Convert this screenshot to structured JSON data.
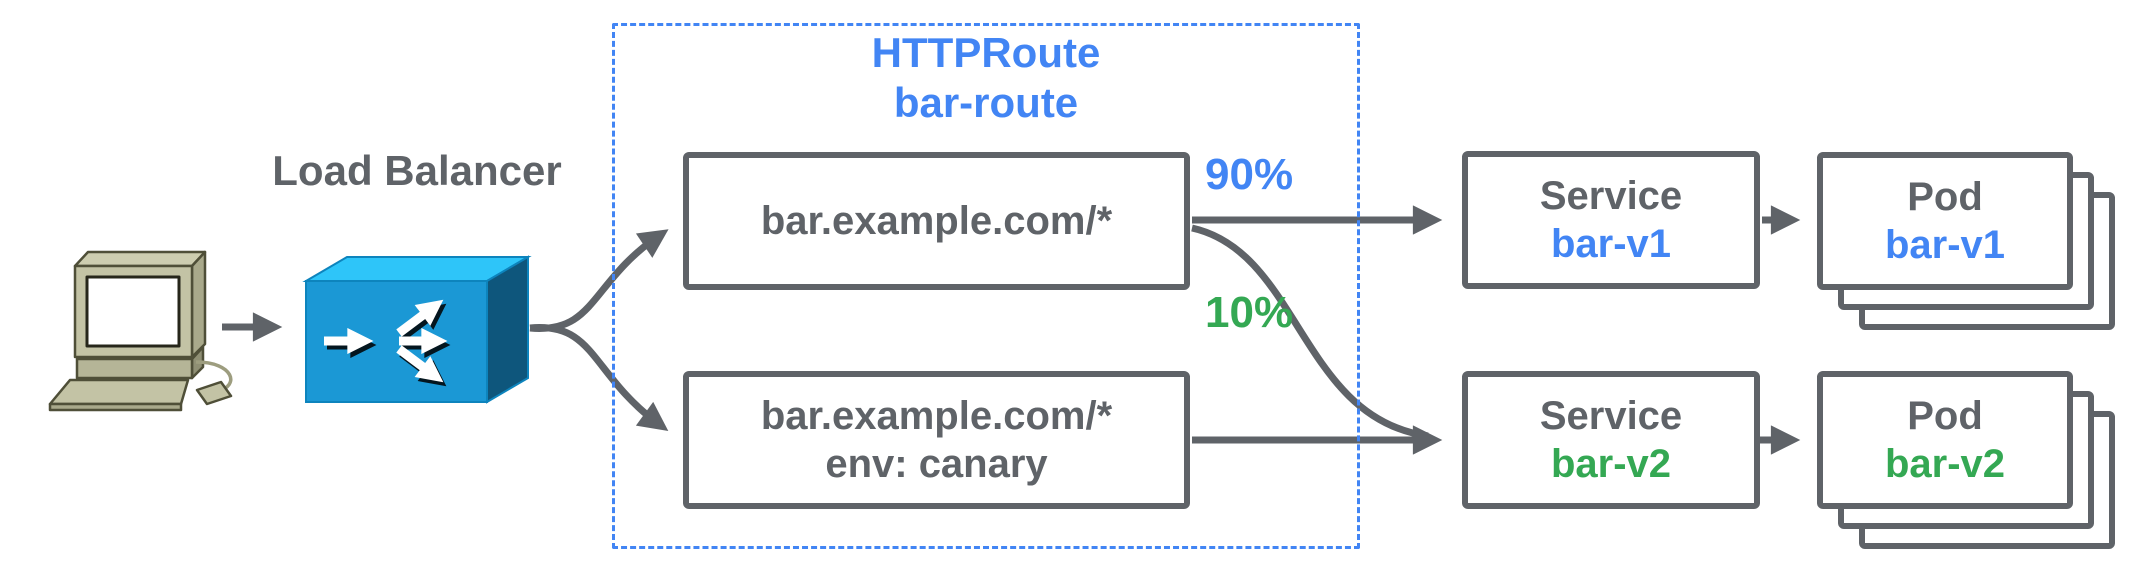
{
  "labels": {
    "load_balancer": "Load Balancer",
    "httproute_kind": "HTTPRoute",
    "httproute_name": "bar-route"
  },
  "routes": [
    {
      "host": "bar.example.com/*",
      "header": ""
    },
    {
      "host": "bar.example.com/*",
      "header": "env: canary"
    }
  ],
  "weights": {
    "primary": "90%",
    "canary": "10%"
  },
  "services": [
    {
      "kind": "Service",
      "name": "bar-v1"
    },
    {
      "kind": "Service",
      "name": "bar-v2"
    }
  ],
  "pods": [
    {
      "kind": "Pod",
      "name": "bar-v1"
    },
    {
      "kind": "Pod",
      "name": "bar-v2"
    }
  ],
  "icons": {
    "client": "computer-icon",
    "load_balancer": "load-balancer-fanout-icon"
  },
  "colors": {
    "blue_accent": "#4285f4",
    "green_accent": "#34a853",
    "gray": "#5f6368",
    "dashed_border": "#4285f4",
    "lb_top_face": "#2ec5f9",
    "lb_front_face": "#1b98d5",
    "lb_side_face": "#0e567c",
    "computer_body": "#c3c3a5",
    "computer_shade": "#a9a98b",
    "background": "#ffffff"
  }
}
